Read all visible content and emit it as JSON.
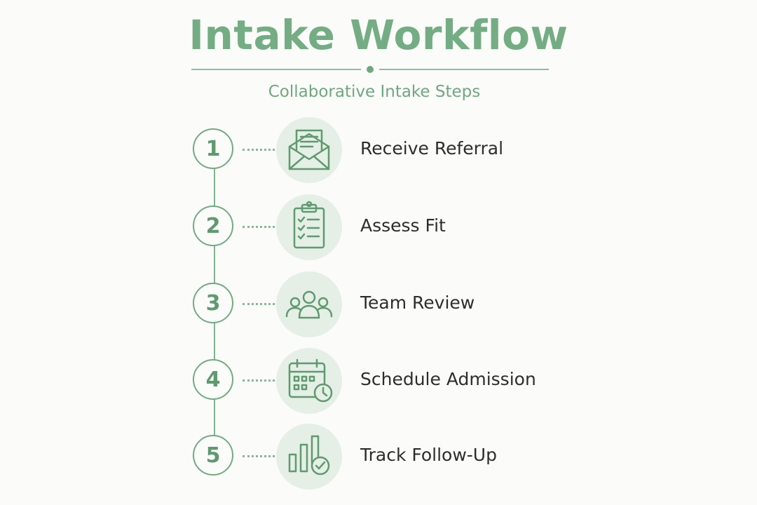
{
  "header": {
    "title": "Intake Workflow",
    "subtitle": "Collaborative Intake Steps"
  },
  "colors": {
    "accent": "#74ad83",
    "icon_bg": "#e5efe6",
    "text": "#2b2f2c",
    "background": "#fbfbfa"
  },
  "steps": [
    {
      "number": "1",
      "label": "Receive Referral",
      "icon": "envelope-icon"
    },
    {
      "number": "2",
      "label": "Assess Fit",
      "icon": "clipboard-checklist-icon"
    },
    {
      "number": "3",
      "label": "Team Review",
      "icon": "team-icon"
    },
    {
      "number": "4",
      "label": "Schedule Admission",
      "icon": "calendar-clock-icon"
    },
    {
      "number": "5",
      "label": "Track Follow-Up",
      "icon": "chart-check-icon"
    }
  ]
}
